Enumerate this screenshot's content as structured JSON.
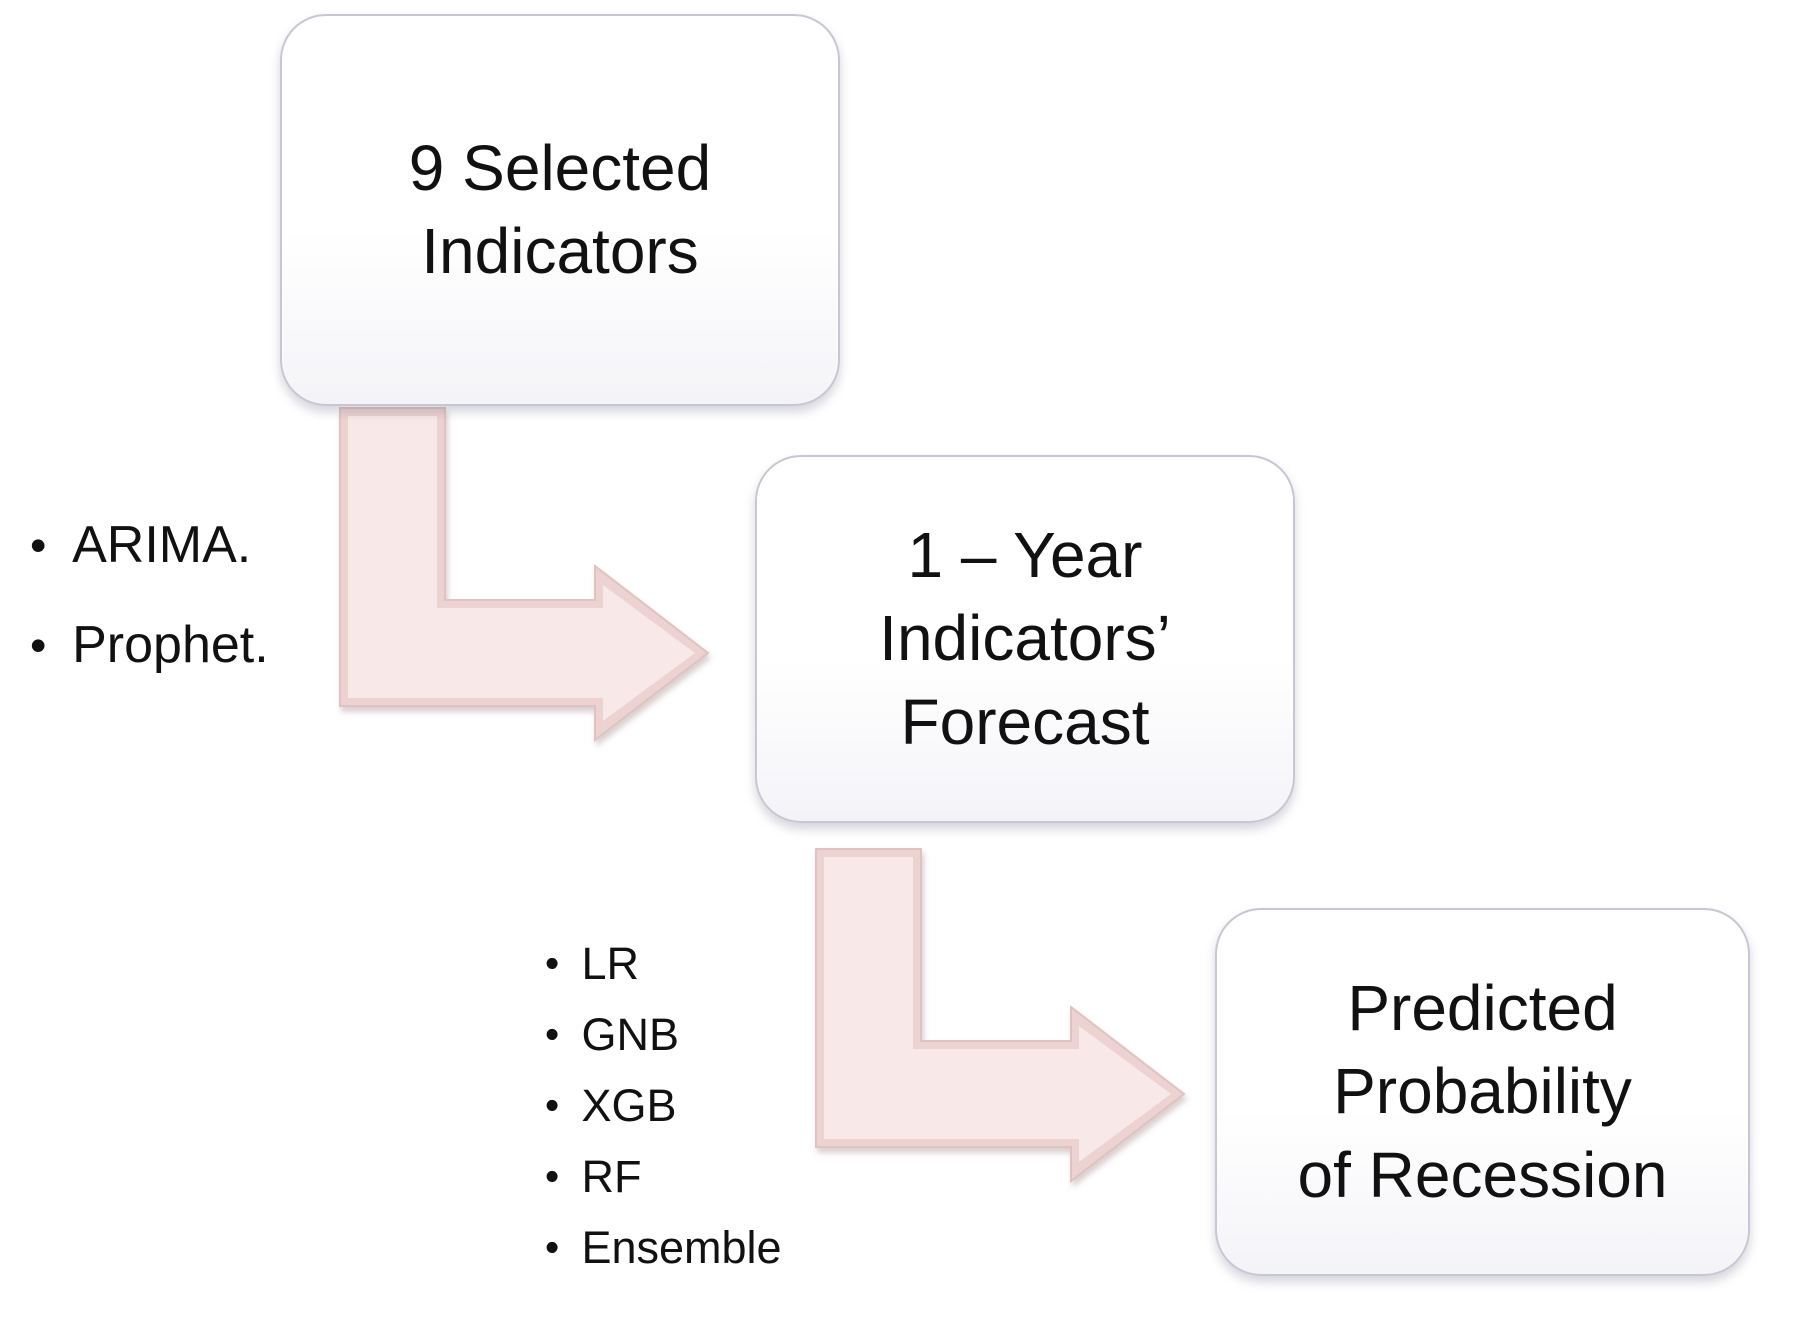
{
  "figure": {
    "boxes": [
      {
        "label": "9 Selected\nIndicators"
      },
      {
        "label": "1 – Year\nIndicators’\nForecast"
      },
      {
        "label": "Predicted\nProbability\nof Recession"
      }
    ],
    "bullet_lists": [
      {
        "items": [
          "ARIMA.",
          "Prophet."
        ]
      },
      {
        "items": [
          "LR",
          "GNB",
          "XGB",
          "RF",
          "Ensemble"
        ]
      }
    ],
    "colors": {
      "arrow_fill": "#f8e8e7",
      "arrow_edge_fill": "#ecd2d0",
      "arrow_edge": "#e0c2c0",
      "box_border": "#c6c7d2",
      "text": "#111111"
    }
  }
}
